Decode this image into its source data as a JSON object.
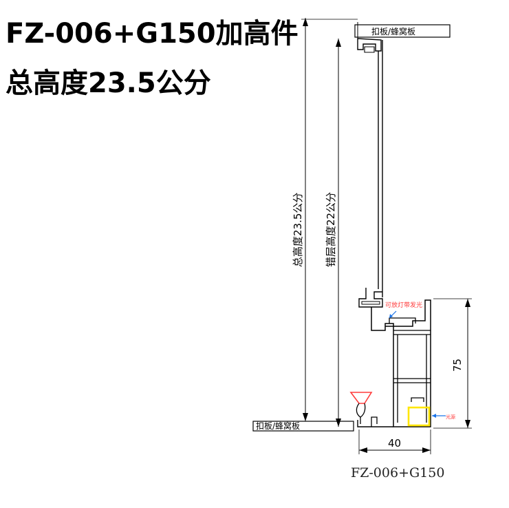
{
  "title_line1": "FZ-006+G150加高件",
  "title_line2": "总高度23.5公分",
  "top_panel_label": "扣板/蜂窝板",
  "bottom_panel_label": "扣板/蜂窝板",
  "total_height_label": "总高度23.5公分",
  "step_height_label": "错层高度22公分",
  "light_note": "可放灯带发光",
  "light_source_note": "光源",
  "dim_height": "75",
  "dim_width": "40",
  "caption": "FZ-006+G150",
  "colors": {
    "line": "#000000",
    "note_red": "#ff3b3b",
    "arrow_blue": "#1a73e8",
    "light_yellow": "#ffe600"
  }
}
